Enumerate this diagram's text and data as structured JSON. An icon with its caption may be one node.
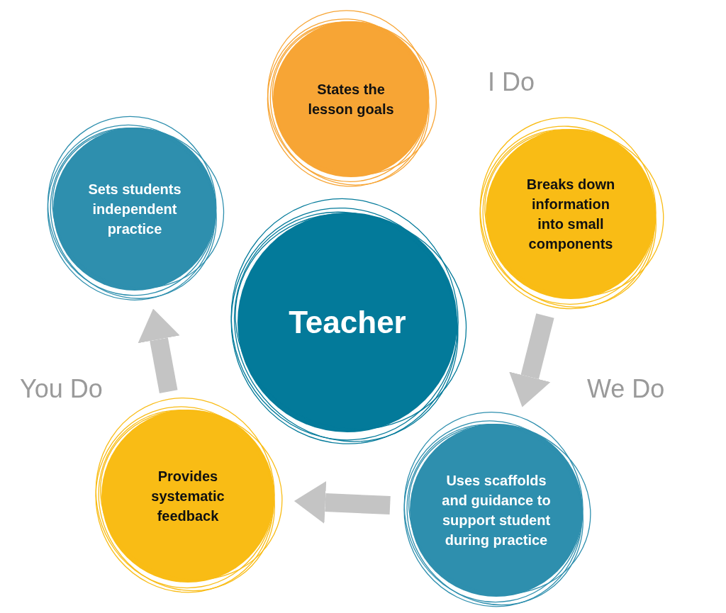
{
  "diagram": {
    "nodes": [
      {
        "text": [
          "Teacher"
        ]
      },
      {
        "text": [
          "States the lesson goals"
        ]
      },
      {
        "text": [
          "Breaks down information into small components"
        ]
      },
      {
        "text": [
          "Uses scaffolds and guidance to support student during practice"
        ]
      },
      {
        "text": [
          "Provides systematic feedback"
        ]
      },
      {
        "text": [
          "Sets students independent practice"
        ]
      }
    ],
    "edges": [
      {
        "from": 2,
        "to": 3,
        "arrow": "to"
      },
      {
        "from": 3,
        "to": 4,
        "arrow": "to"
      },
      {
        "from": 4,
        "to": 5,
        "arrow": "to"
      }
    ],
    "labels": [
      "I Do",
      "We Do",
      "You Do"
    ]
  }
}
